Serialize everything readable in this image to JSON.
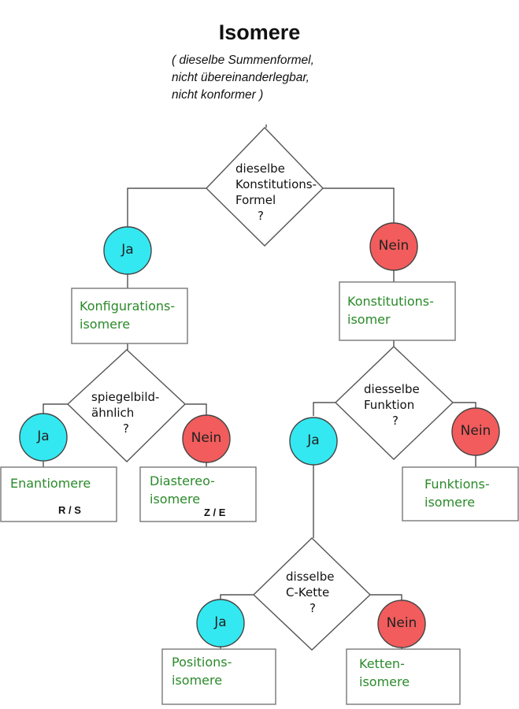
{
  "title": "Isomere",
  "subtitle": [
    "( dieselbe Summenformel,",
    "nicht übereinanderlegbar,",
    "nicht konformer )"
  ],
  "colors": {
    "yes": "#33e8f0",
    "no": "#f25c5c",
    "green_text": "#2a8a2a",
    "line": "#333333"
  },
  "decisions": {
    "d1": [
      "dieselbe",
      "Konstitutions-",
      "Formel",
      "?"
    ],
    "d2": [
      "spiegelbild-",
      "ähnlich",
      "?"
    ],
    "d3": [
      "diesselbe",
      "Funktion",
      "?"
    ],
    "d4": [
      "disselbe",
      "C-Kette",
      "?"
    ]
  },
  "answers": {
    "yes": "Ja",
    "no": "Nein"
  },
  "boxes": {
    "konfig": [
      "Konfigurations-",
      "isomere"
    ],
    "konst": [
      "Konstitutions-",
      "isomer"
    ],
    "enantio": [
      "Enantiomere"
    ],
    "enantio_tag": "R / S",
    "diastereo": [
      "Diastereo-",
      "isomere"
    ],
    "diastereo_tag": "Z / E",
    "funktion": [
      "Funktions-",
      "isomere"
    ],
    "position": [
      "Positions-",
      "isomere"
    ],
    "ketten": [
      "Ketten-",
      "isomere"
    ]
  }
}
